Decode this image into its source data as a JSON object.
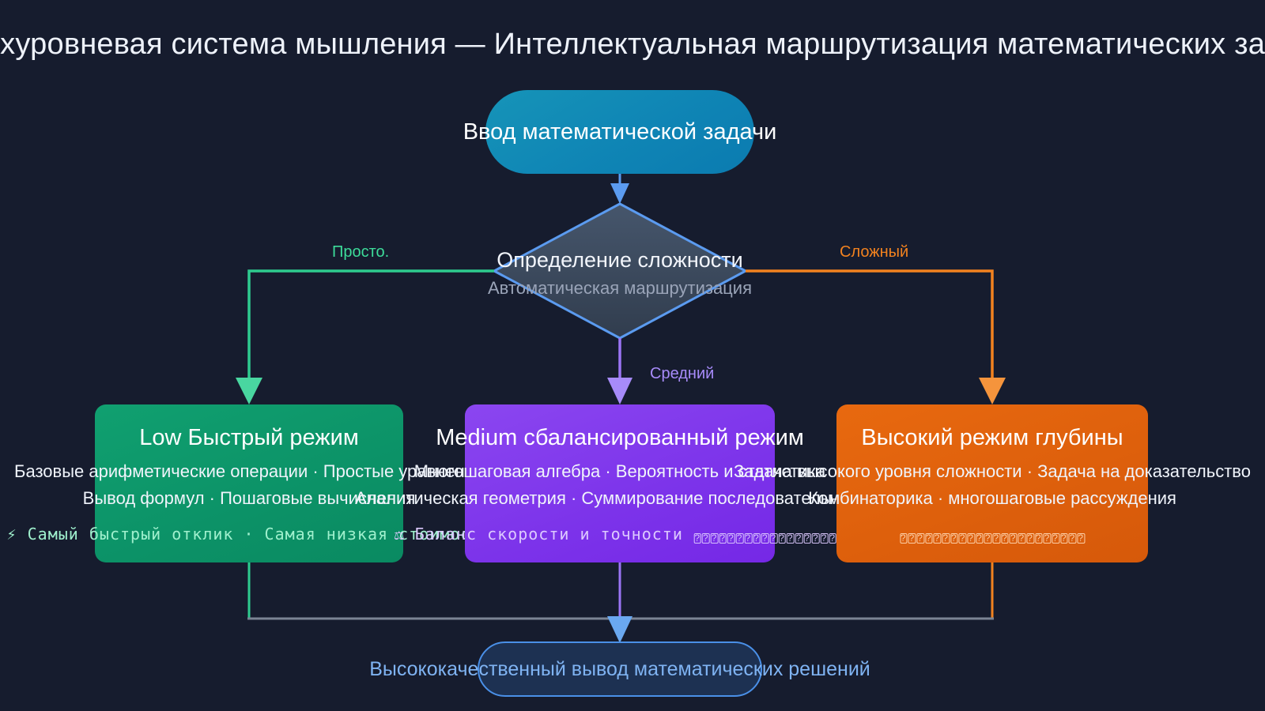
{
  "title": "Трехуровневая система мышления — Интеллектуальная маршрутизация математических задач",
  "input_node": {
    "label": "Ввод математической задачи"
  },
  "decision_node": {
    "title": "Определение сложности",
    "subtitle": "Автоматическая маршрутизация"
  },
  "edge_labels": {
    "simple": "Просто.",
    "medium": "Средний",
    "hard": "Сложный"
  },
  "modes": {
    "low": {
      "title": "Low Быстрый режим",
      "desc_line1": "Базовые арифметические операции · Простые уравнения",
      "desc_line2": "Вывод формул · Пошаговые вычисления",
      "footer_icon": "⚡",
      "footer": "Самый быстрый отклик · Самая низкая стоимость"
    },
    "medium": {
      "title": "Medium сбалансированный режим",
      "desc_line1": "Многошаговая алгебра · Вероятность и статистика",
      "desc_line2": "Аналитическая геометрия · Суммирование последовательностей",
      "footer_icon": "⚖",
      "footer": "Баланс скорости и точности",
      "footer_tofu_count": 18
    },
    "high": {
      "title": "Высокий режим глубины",
      "desc_line1": "Задача высокого уровня сложности · Задача на доказательство",
      "desc_line2": "Комбинаторика · многошаговые рассуждения",
      "footer_tofu_count": 22
    }
  },
  "output_node": {
    "label": "Высококачественный вывод математических решений"
  },
  "colors": {
    "background": "#161c2e",
    "input": "#0f85b5",
    "decision_fill": "#3b4759",
    "decision_stroke": "#5b9bf0",
    "simple": "#3ddc9a",
    "medium": "#a78bfa",
    "hard": "#f2821f",
    "low_box": "#0c9267",
    "medium_box": "#7c33ea",
    "high_box": "#dd5f0c",
    "output_stroke": "#4a90e8",
    "merge_line": "#7b8494"
  }
}
